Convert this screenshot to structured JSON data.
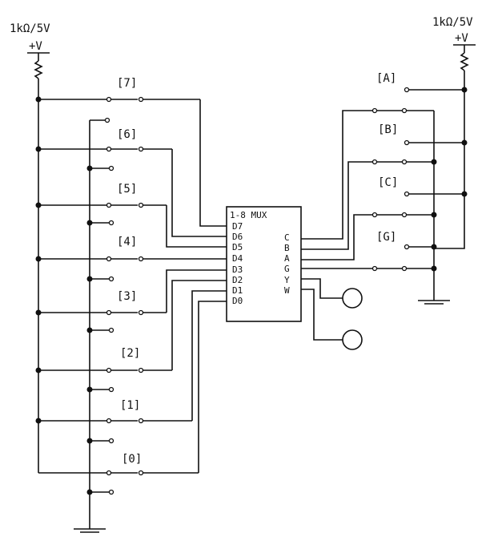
{
  "left_supply": {
    "rating": "1kΩ/5V",
    "rail": "+V"
  },
  "right_supply": {
    "rating": "1kΩ/5V",
    "rail": "+V"
  },
  "data_switches": [
    "[7]",
    "[6]",
    "[5]",
    "[4]",
    "[3]",
    "[2]",
    "[1]",
    "[0]"
  ],
  "select_switches": [
    "[A]",
    "[B]",
    "[C]",
    "[G]"
  ],
  "mux": {
    "title": "1-8 MUX",
    "inputs": [
      "D7",
      "D6",
      "D5",
      "D4",
      "D3",
      "D2",
      "D1",
      "D0"
    ],
    "controls": [
      "C",
      "B",
      "A",
      "G"
    ],
    "outputs": [
      "Y",
      "W"
    ]
  }
}
